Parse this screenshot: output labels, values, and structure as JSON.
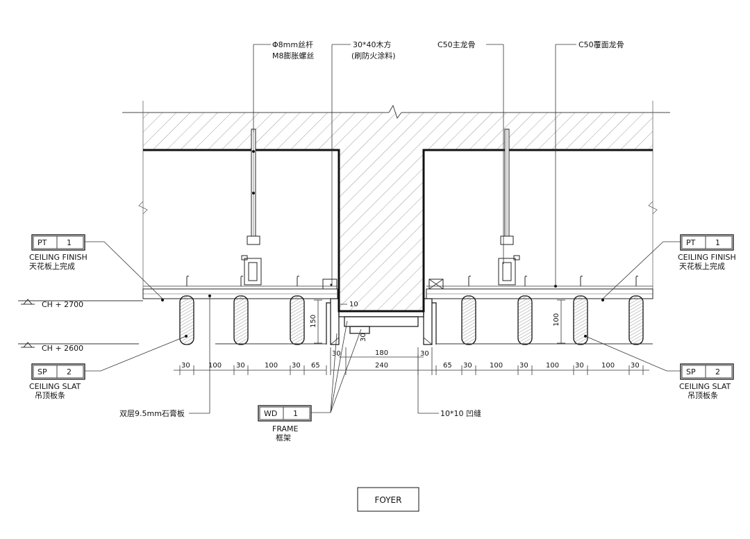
{
  "callouts": {
    "rod": [
      "Φ8mm丝杆",
      "M8膨胀螺丝"
    ],
    "timber": [
      "30*40木方",
      "(刷防火涂料)"
    ],
    "c50_main": "C50主龙骨",
    "c50_cover": "C50覆面龙骨",
    "gypsum": "双层9.5mm石膏板",
    "groove": "10*10 凹缝"
  },
  "levels": {
    "ch2700": "CH + 2700",
    "ch2600": "CH + 2600"
  },
  "tags": {
    "pt_left": {
      "code": "PT",
      "num": "1",
      "en": "CEILING FINISH",
      "cn": "天花板上完成"
    },
    "pt_right": {
      "code": "PT",
      "num": "1",
      "en": "CEILING FINISH",
      "cn": "天花板上完成"
    },
    "sp_left": {
      "code": "SP",
      "num": "2",
      "en": "CEILING SLAT",
      "cn": "吊顶板条"
    },
    "sp_right": {
      "code": "SP",
      "num": "2",
      "en": "CEILING SLAT",
      "cn": "吊顶板条"
    },
    "wd": {
      "code": "WD",
      "num": "1",
      "en": "FRAME",
      "cn": "框架"
    }
  },
  "dims": {
    "bottom_left": [
      "30",
      "100",
      "30",
      "100",
      "30",
      "65"
    ],
    "bottom_center": [
      "30",
      "240",
      "30"
    ],
    "bottom_right": [
      "65",
      "30",
      "100",
      "30",
      "100",
      "30",
      "100",
      "30"
    ],
    "center_180": "180",
    "center_10": "10",
    "center_30v": "30",
    "left_150": "150",
    "right_100": "100"
  },
  "footer": "FOYER"
}
